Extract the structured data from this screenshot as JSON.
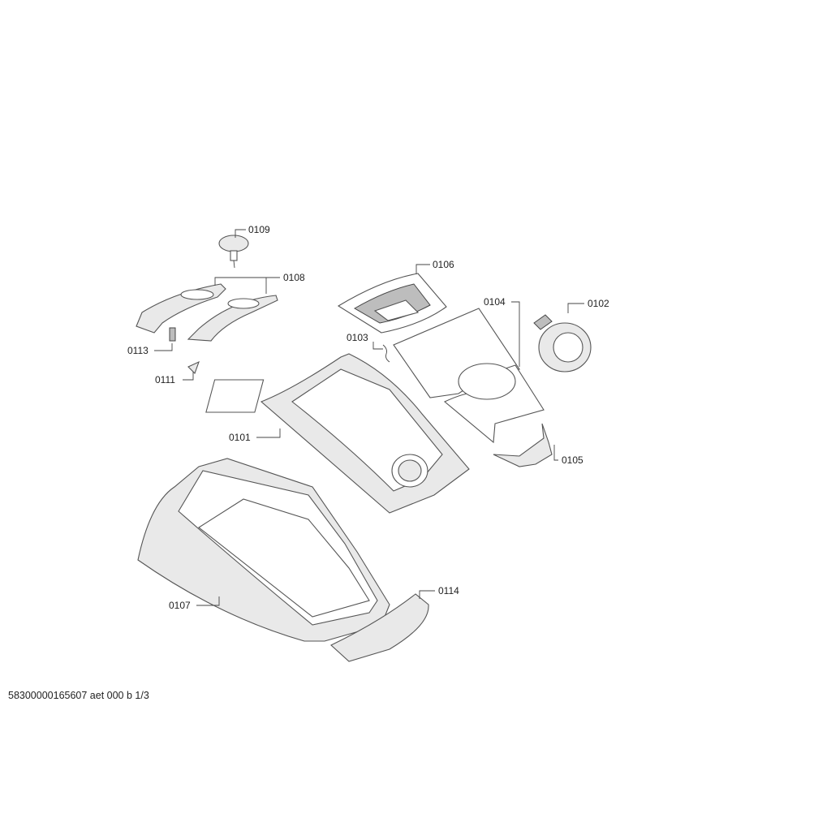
{
  "diagram_title": "58300000165607 aet 000 b 1/3",
  "parts": [
    {
      "id": "0101"
    },
    {
      "id": "0102"
    },
    {
      "id": "0103"
    },
    {
      "id": "0104"
    },
    {
      "id": "0105"
    },
    {
      "id": "0106"
    },
    {
      "id": "0107"
    },
    {
      "id": "0108"
    },
    {
      "id": "0109"
    },
    {
      "id": "0111"
    },
    {
      "id": "0113"
    },
    {
      "id": "0114"
    }
  ],
  "labels": {
    "p0101": "0101",
    "p0102": "0102",
    "p0103": "0103",
    "p0104": "0104",
    "p0105": "0105",
    "p0106": "0106",
    "p0107": "0107",
    "p0108": "0108",
    "p0109": "0109",
    "p0111": "0111",
    "p0113": "0113",
    "p0114": "0114"
  }
}
